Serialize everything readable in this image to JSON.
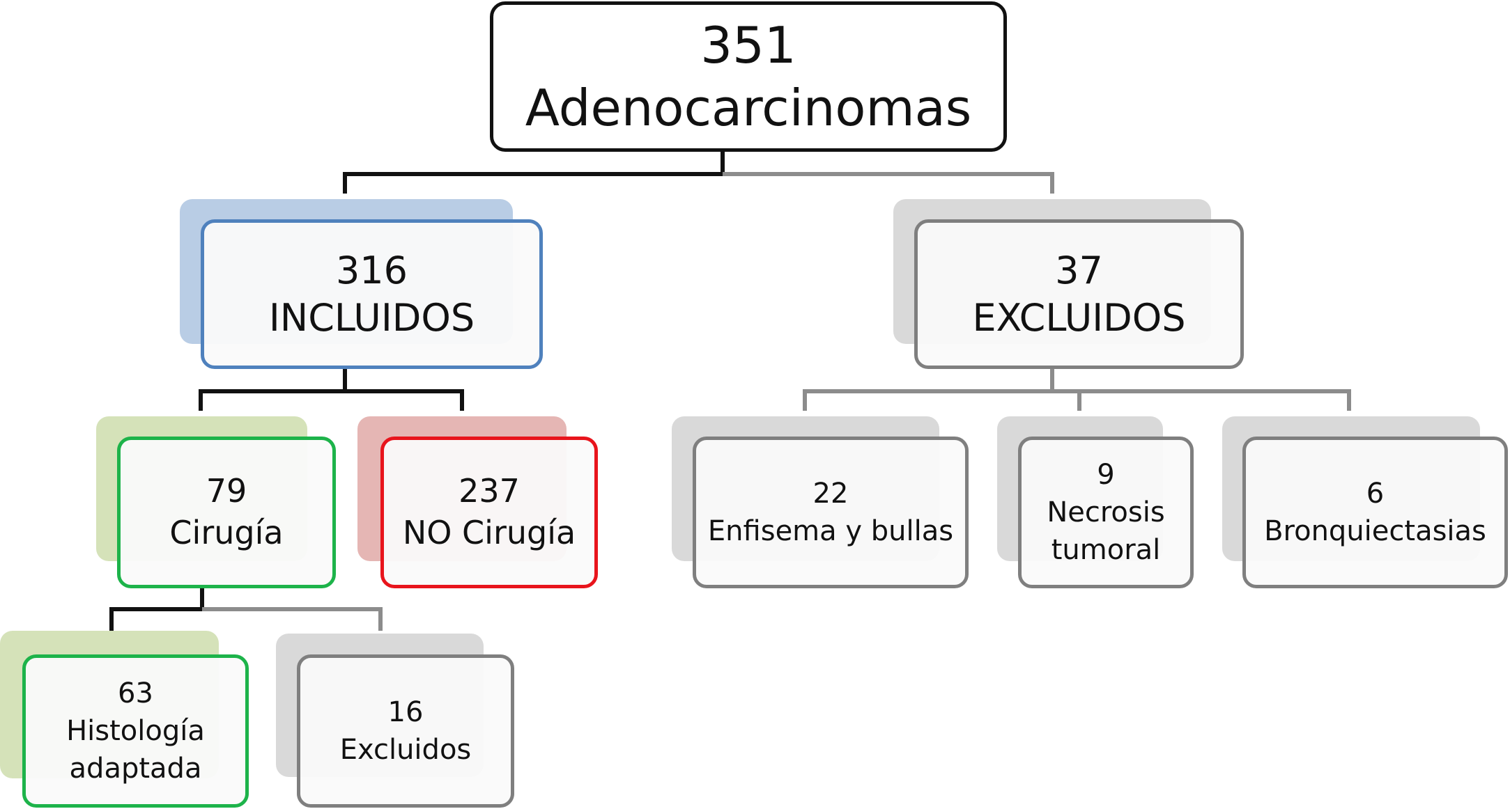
{
  "root": {
    "count": "351",
    "label": "Adenocarcinomas"
  },
  "incluidos": {
    "count": "316",
    "label": "INCLUIDOS"
  },
  "excluidos": {
    "count": "37",
    "label": "EXCLUIDOS"
  },
  "cirugia": {
    "count": "79",
    "label": "Cirugía"
  },
  "no_cirugia": {
    "count": "237",
    "label": "NO Cirugía"
  },
  "enfisema": {
    "count": "22",
    "label": "Enfisema y bullas"
  },
  "necrosis": {
    "count": "9",
    "label_line1": "Necrosis",
    "label_line2": "tumoral"
  },
  "bronquiectasias": {
    "count": "6",
    "label": "Bronquiectasias"
  },
  "histologia": {
    "count": "63",
    "label_line1": "Histología",
    "label_line2": "adaptada"
  },
  "excluidos_cirugia": {
    "count": "16",
    "label": "Excluidos"
  },
  "colors": {
    "included_blue": "#4f81bd",
    "surgery_green": "#1db34a",
    "no_surgery_red": "#e8141c",
    "excluded_gray": "#7f7f7f",
    "connector_black": "#111111"
  }
}
